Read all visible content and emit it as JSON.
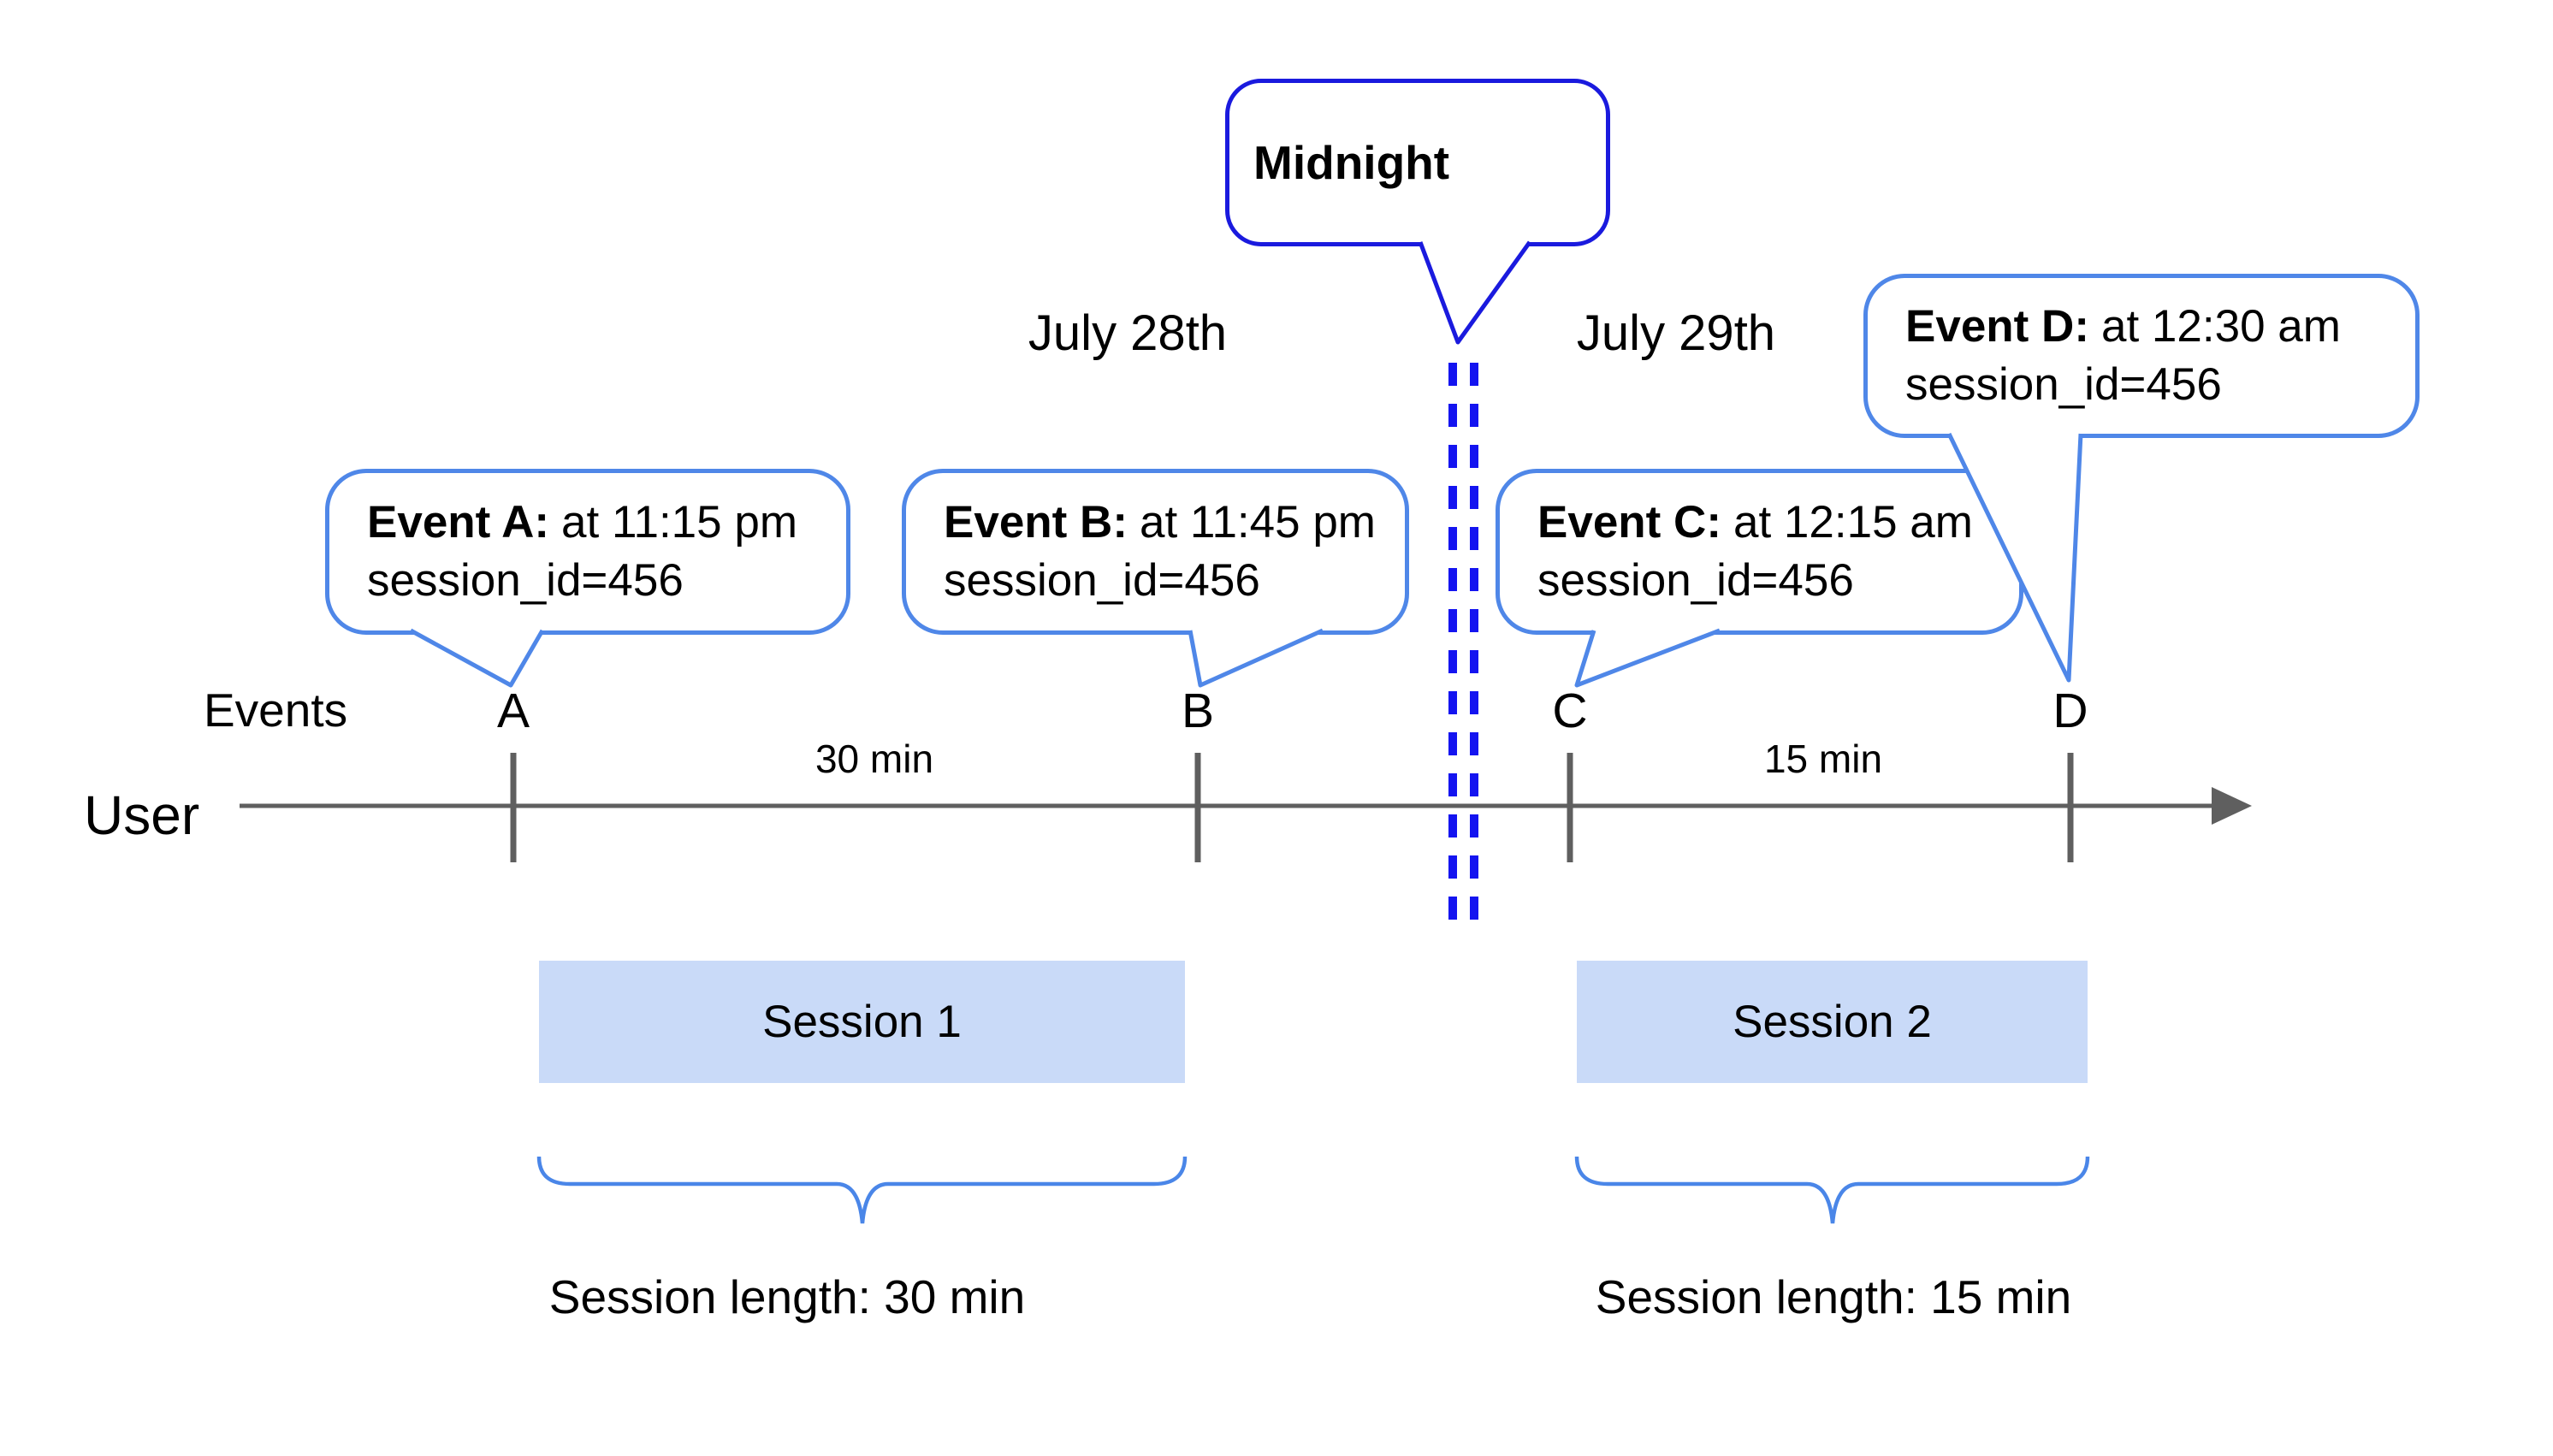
{
  "diagram": {
    "midnight": {
      "label": "Midnight"
    },
    "dates": {
      "before": "July 28th",
      "after": "July 29th"
    },
    "axis": {
      "events_label": "Events",
      "user_label": "User"
    },
    "events": [
      {
        "letter": "A",
        "title": "Event A:",
        "time": "at 11:15 pm",
        "session": "session_id=456"
      },
      {
        "letter": "B",
        "title": "Event B:",
        "time": "at 11:45 pm",
        "session": "session_id=456"
      },
      {
        "letter": "C",
        "title": "Event C:",
        "time": "at 12:15 am",
        "session": "session_id=456"
      },
      {
        "letter": "D",
        "title": "Event D:",
        "time": "at 12:30 am",
        "session": "session_id=456"
      }
    ],
    "gaps": [
      {
        "label": "30 min"
      },
      {
        "label": "15 min"
      }
    ],
    "sessions": [
      {
        "label": "Session 1",
        "length_label": "Session length: 30 min"
      },
      {
        "label": "Session 2",
        "length_label": "Session length: 15 min"
      }
    ],
    "colors": {
      "event_bubble_border": "#4f87e8",
      "midnight_bubble_border": "#1a1ade",
      "dashed_divider": "#1414f0",
      "session_fill": "#c9daf8",
      "brace": "#4a86e8",
      "timeline": "#5f5f5f",
      "text": "#000000"
    }
  }
}
